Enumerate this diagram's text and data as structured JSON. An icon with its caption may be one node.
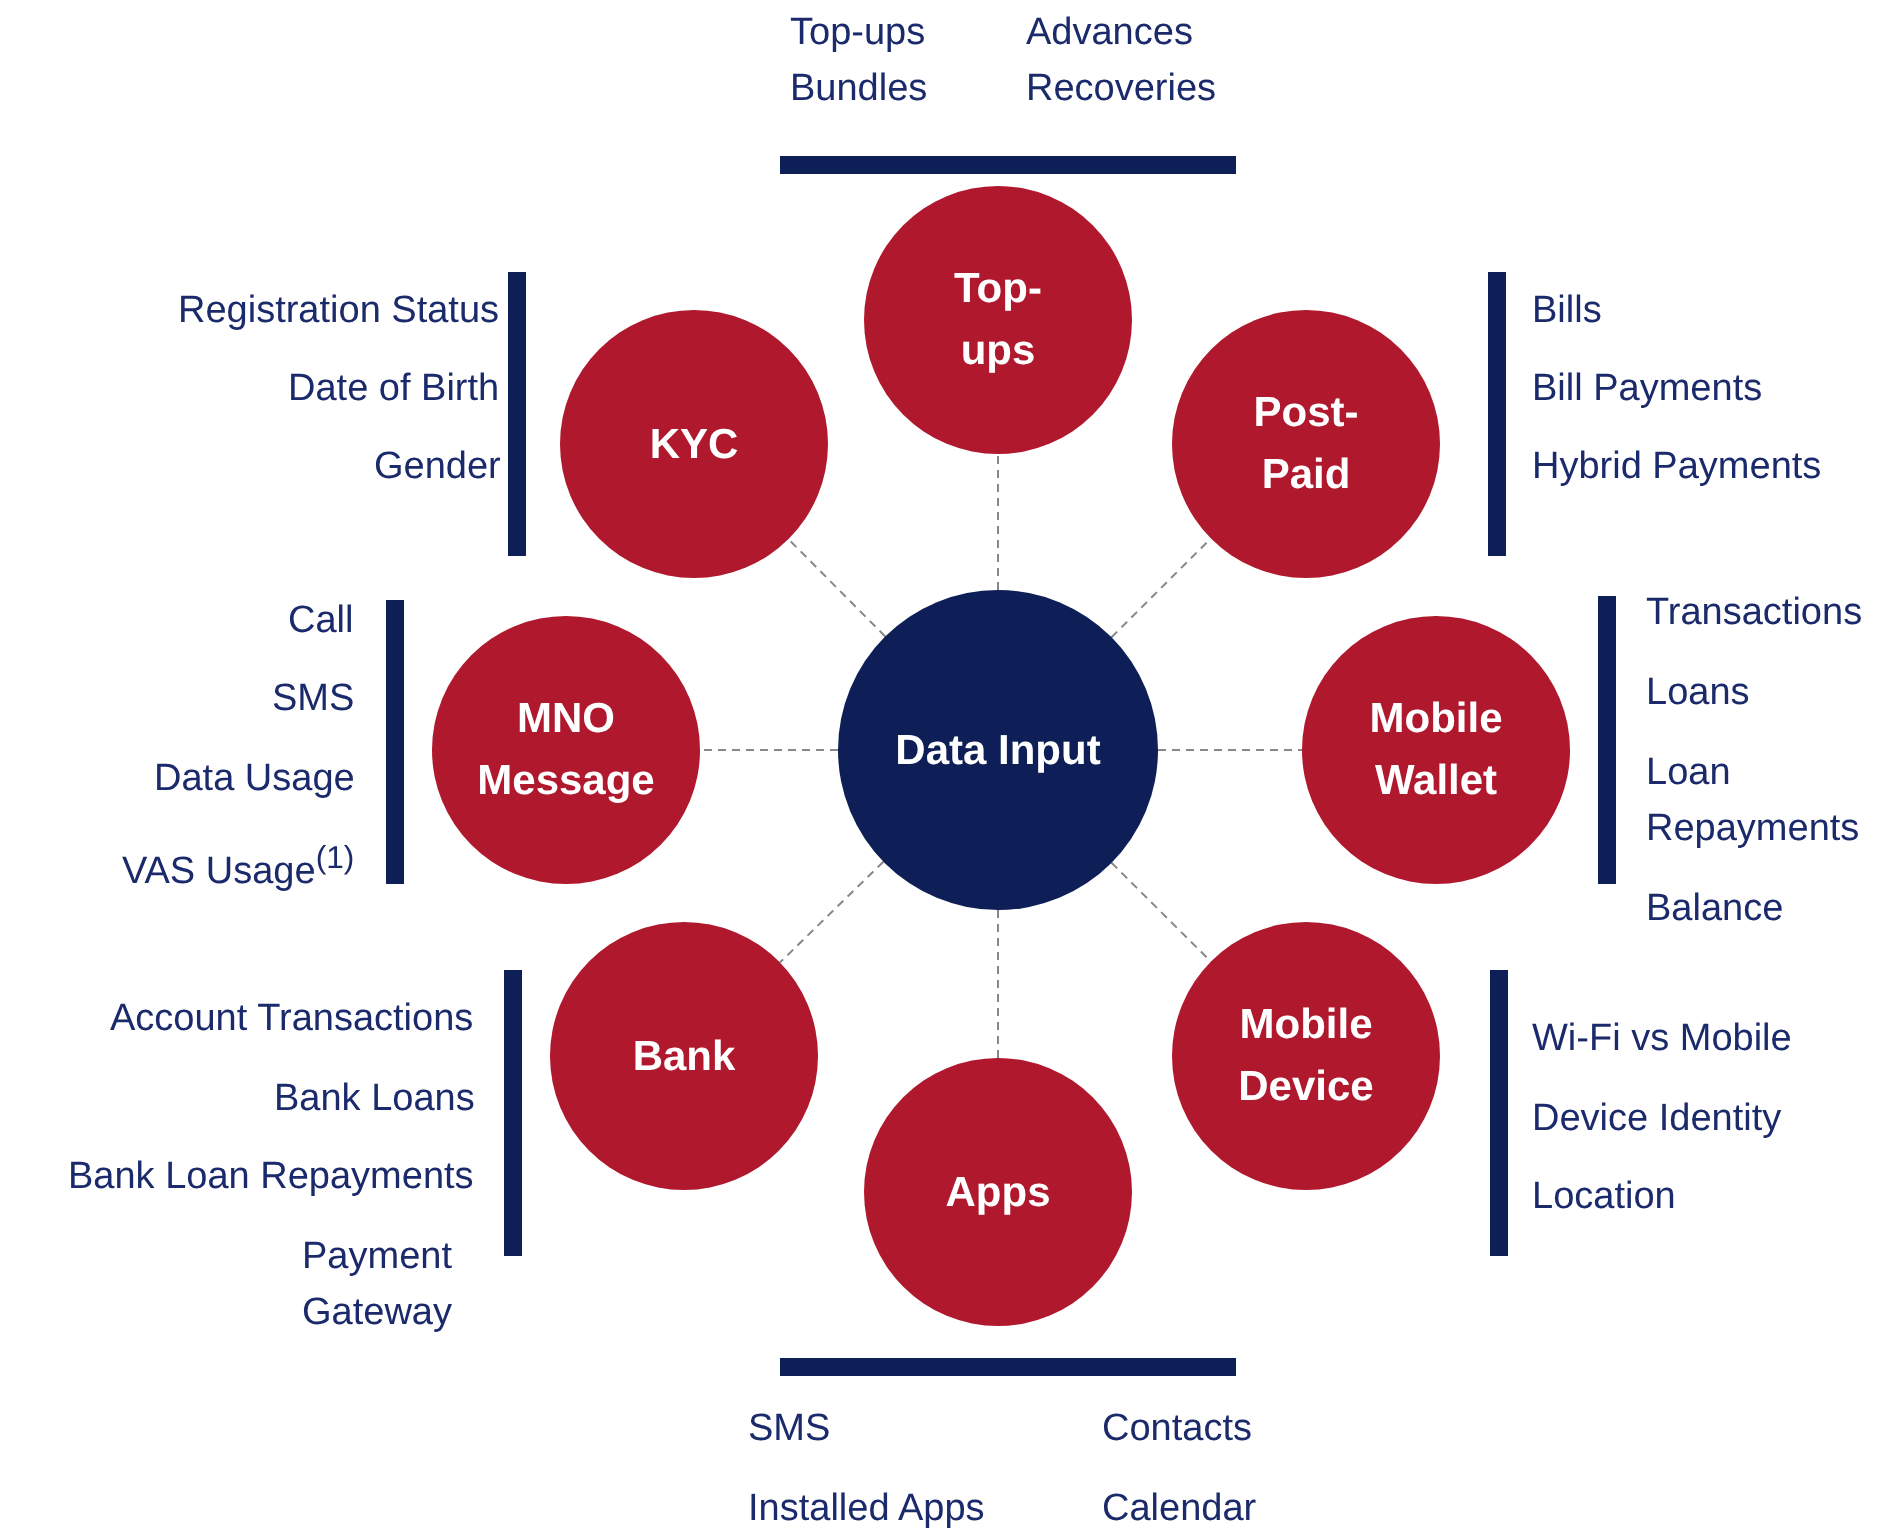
{
  "diagram": {
    "nodes": [
      {
        "text": [
          "Top-ups"
        ],
        "beside": [
          "Top-ups",
          "Advances",
          "Bundles",
          "Recoveries"
        ]
      },
      {
        "text": [
          "KYC"
        ],
        "beside": [
          "Registration Status",
          "Date of Birth",
          "Gender"
        ]
      },
      {
        "text": [
          "Post-Paid"
        ],
        "beside": [
          "Bills",
          "Bill Payments",
          "Hybrid Payments"
        ]
      },
      {
        "text": [
          "MNO Message"
        ],
        "beside": [
          "Call",
          "SMS",
          "Data Usage",
          "VAS Usage$^{(1)}$"
        ]
      },
      {
        "text": [
          "Data Input"
        ]
      },
      {
        "text": [
          "Mobile Wallet"
        ],
        "beside": [
          "Transactions",
          "Loans",
          "Loan Repayments",
          "Balance"
        ]
      },
      {
        "text": [
          "Bank"
        ],
        "beside": [
          "Account Transactions",
          "Bank Loans",
          "Bank Loan Repayments",
          "Payment Gateway"
        ]
      },
      {
        "text": [
          "Mobile Device"
        ],
        "beside": [
          "Wi-Fi vs Mobile",
          "Device Identity",
          "Location"
        ]
      },
      {
        "text": [
          "Apps"
        ],
        "beside": [
          "SMS",
          "Contacts",
          "Installed Apps",
          "Calendar"
        ]
      }
    ],
    "edges": [
      {
        "from": 4,
        "to": 0,
        "arrow": "none",
        "style": "dashed"
      },
      {
        "from": 4,
        "to": 1,
        "arrow": "none",
        "style": "dashed"
      },
      {
        "from": 4,
        "to": 2,
        "arrow": "none",
        "style": "dashed"
      },
      {
        "from": 4,
        "to": 3,
        "arrow": "none",
        "style": "dashed"
      },
      {
        "from": 4,
        "to": 5,
        "arrow": "none",
        "style": "dashed"
      },
      {
        "from": 4,
        "to": 6,
        "arrow": "none",
        "style": "dashed"
      },
      {
        "from": 4,
        "to": 7,
        "arrow": "none",
        "style": "dashed"
      },
      {
        "from": 4,
        "to": 8,
        "arrow": "none",
        "style": "dashed"
      }
    ]
  }
}
